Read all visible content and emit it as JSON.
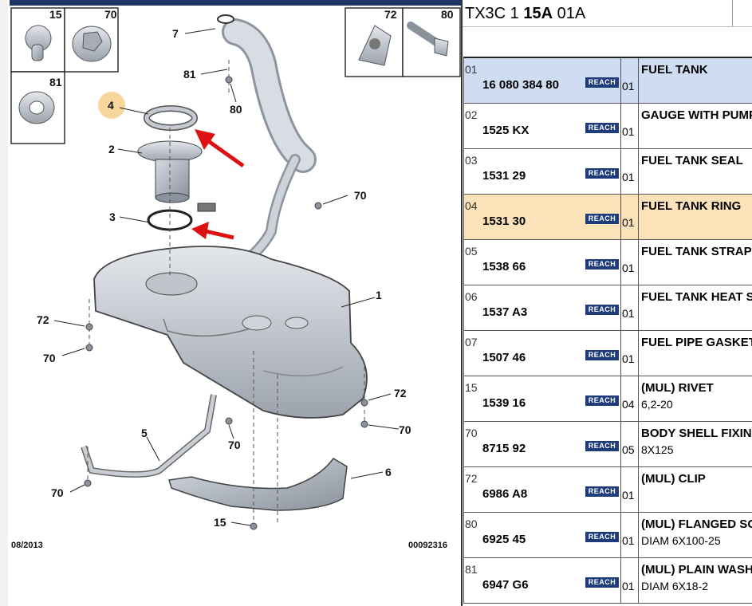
{
  "header": {
    "prefix": "TX3C 1 ",
    "bold": "15A",
    "suffix": " 01A"
  },
  "diagram": {
    "date": "08/2013",
    "code": "00092316",
    "callouts": [
      "15",
      "70",
      "81",
      "72",
      "80",
      "7",
      "81",
      "80",
      "4",
      "2",
      "3",
      "70",
      "1",
      "72",
      "70",
      "5",
      "70",
      "72",
      "70",
      "6",
      "70",
      "15"
    ],
    "highlight_color": "#f6c77a",
    "arrow_color": "#dd1111"
  },
  "parts": [
    {
      "num": "01",
      "ref": "16 080 384 80",
      "reach": "REACH",
      "qty": "01",
      "desc": "FUEL TANK",
      "sub": "",
      "highlight": "blue"
    },
    {
      "num": "02",
      "ref": "1525 KX",
      "reach": "REACH",
      "qty": "01",
      "desc": "GAUGE WITH PUMP",
      "sub": "",
      "highlight": ""
    },
    {
      "num": "03",
      "ref": "1531 29",
      "reach": "REACH",
      "qty": "01",
      "desc": "FUEL TANK SEAL",
      "sub": "",
      "highlight": ""
    },
    {
      "num": "04",
      "ref": "1531 30",
      "reach": "REACH",
      "qty": "01",
      "desc": "FUEL TANK RING",
      "sub": "",
      "highlight": "orange"
    },
    {
      "num": "05",
      "ref": "1538 66",
      "reach": "REACH",
      "qty": "01",
      "desc": "FUEL TANK STRAP",
      "sub": "",
      "highlight": ""
    },
    {
      "num": "06",
      "ref": "1537 A3",
      "reach": "REACH",
      "qty": "01",
      "desc": "FUEL TANK HEAT SHIELD",
      "sub": "",
      "highlight": ""
    },
    {
      "num": "07",
      "ref": "1507 46",
      "reach": "REACH",
      "qty": "01",
      "desc": "FUEL PIPE GASKET",
      "sub": "",
      "highlight": ""
    },
    {
      "num": "15",
      "ref": "1539 16",
      "reach": "REACH",
      "qty": "04",
      "desc": "(MUL) RIVET",
      "sub": "6,2-20",
      "highlight": ""
    },
    {
      "num": "70",
      "ref": "8715 92",
      "reach": "REACH",
      "qty": "05",
      "desc": "BODY SHELL FIXING",
      "sub": "8X125",
      "highlight": ""
    },
    {
      "num": "72",
      "ref": "6986 A8",
      "reach": "REACH",
      "qty": "01",
      "desc": "(MUL) CLIP",
      "sub": "",
      "highlight": ""
    },
    {
      "num": "80",
      "ref": "6925 45",
      "reach": "REACH",
      "qty": "01",
      "desc": "(MUL) FLANGED SCREW",
      "sub": "DIAM 6X100-25",
      "highlight": ""
    },
    {
      "num": "81",
      "ref": "6947 G6",
      "reach": "REACH",
      "qty": "01",
      "desc": "(MUL) PLAIN WASHER",
      "sub": "DIAM 6X18-2",
      "highlight": ""
    }
  ]
}
